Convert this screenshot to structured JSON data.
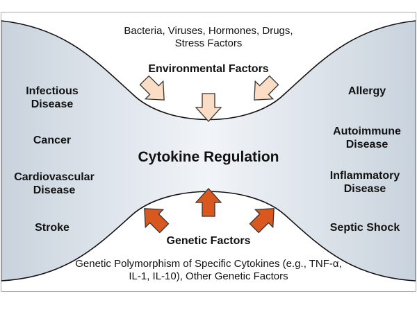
{
  "top_causes": "Bacteria, Viruses, Hormones, Drugs, Stress Factors",
  "top_heading": "Environmental Factors",
  "center_title": "Cytokine Regulation",
  "bottom_heading": "Genetic Factors",
  "bottom_causes": "Genetic Polymorphism of Specific Cytokines (e.g., TNF-α, IL-1, IL-10), Other Genetic Factors",
  "left_diseases": [
    "Infectious Disease",
    "Cancer",
    "Cardiovascular Disease",
    "Stroke"
  ],
  "right_diseases": [
    "Allergy",
    "Autoimmune Disease",
    "Inflammatory Disease",
    "Septic Shock"
  ],
  "colors": {
    "panel_fill": "#dfe6ee",
    "white_fill": "#ffffff",
    "outline": "#111111",
    "light_arrow": "#fbdcc4",
    "dark_arrow": "#d9581f"
  }
}
